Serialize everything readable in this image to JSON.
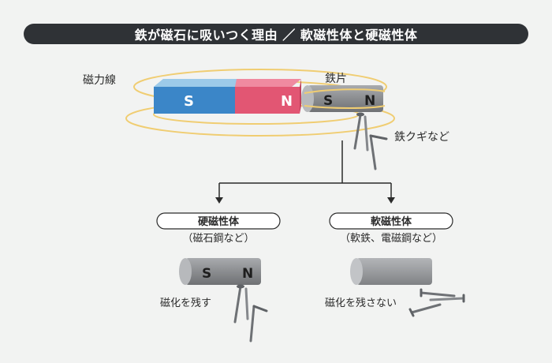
{
  "title": "鉄が磁石に吸いつく理由 ／ 軟磁性体と硬磁性体",
  "magnet": {
    "s_label": "S",
    "n_label": "N",
    "field_label": "磁力線"
  },
  "iron_piece": {
    "label": "鉄片",
    "s_label": "S",
    "n_label": "N",
    "nails_label": "鉄クギなど"
  },
  "hard": {
    "name": "硬磁性体",
    "examples": "（磁石鋼など）",
    "s_label": "S",
    "n_label": "N",
    "caption": "磁化を残す"
  },
  "soft": {
    "name": "軟磁性体",
    "examples": "（軟鉄、電磁鋼など）",
    "caption": "磁化を残さない"
  },
  "colors": {
    "title_bg": "#2f3236",
    "magnet_s": "#3b86c8",
    "magnet_n": "#e25673",
    "field_line": "#f0cd72",
    "iron": "#8a8c8f",
    "nail": "#7d8085"
  }
}
